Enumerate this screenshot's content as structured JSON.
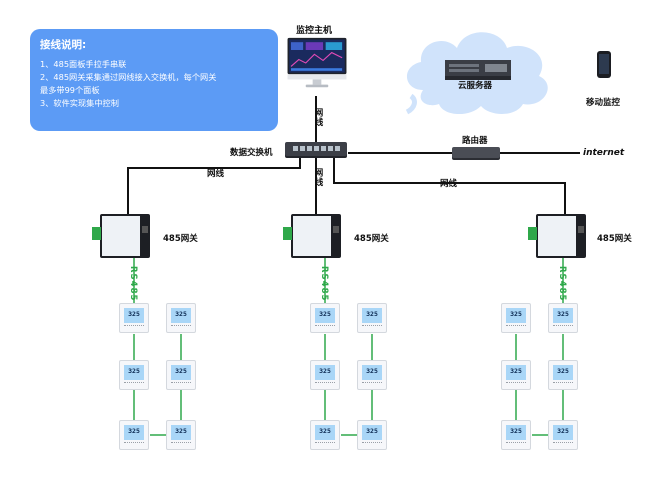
{
  "note": {
    "title": "接线说明:",
    "lines": [
      "1、485面板手拉手串联",
      "2、485网关采集通过网线接入交换机，每个网关",
      "最多带99个面板",
      "3、软件实现集中控制"
    ]
  },
  "labels": {
    "monitor_host": "监控主机",
    "cloud_server": "云服务器",
    "mobile_monitor": "移动监控",
    "data_switch": "数据交换机",
    "router": "路由器",
    "internet": "internet",
    "net_cable": "网线",
    "gateway": "485网关",
    "rs485": "RS485"
  },
  "panel_reading": "325",
  "colors": {
    "note_bg": "#5c9bf5",
    "network_line": "#111111",
    "rs485_line": "#2fa84a"
  }
}
